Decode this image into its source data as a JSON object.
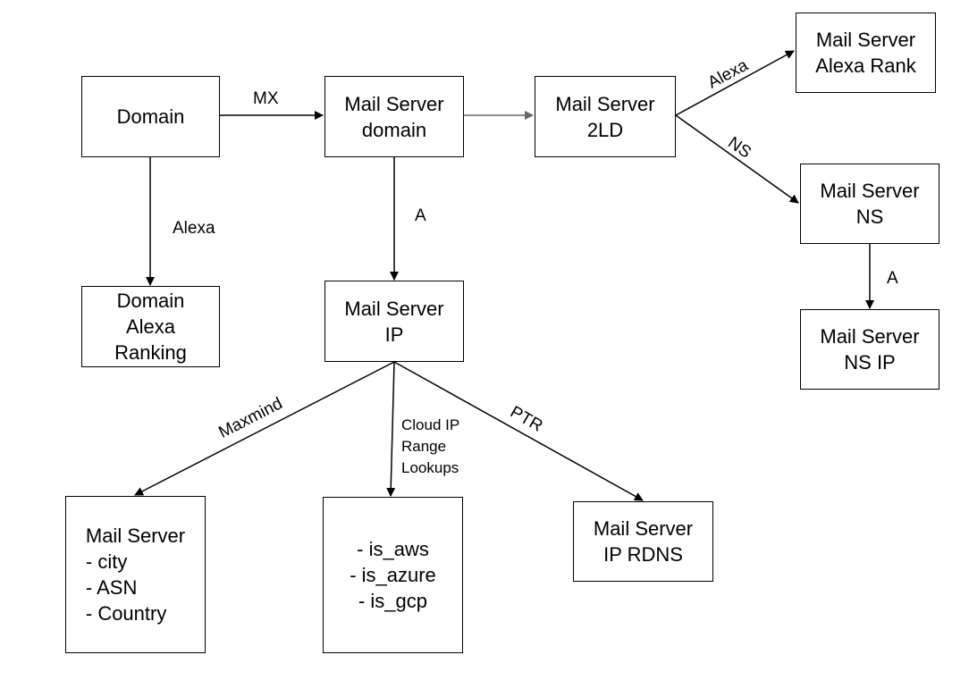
{
  "nodes": {
    "domain": "Domain",
    "domain_alexa_ranking": "Domain\nAlexa\nRanking",
    "mail_server_domain": "Mail Server\ndomain",
    "mail_server_ip": "Mail Server\nIP",
    "mail_server_2ld": "Mail Server\n2LD",
    "mail_server_alexa_rank": "Mail Server\nAlexa Rank",
    "mail_server_ns": "Mail Server\nNS",
    "mail_server_ns_ip": "Mail Server\nNS IP",
    "mail_server_geo": "Mail Server\n- city\n- ASN\n- Country",
    "cloud_flags": "- is_aws\n- is_azure\n- is_gcp",
    "mail_server_ip_rdns": "Mail Server\nIP RDNS"
  },
  "edges": {
    "mx": "MX",
    "alexa_domain": "Alexa",
    "a_ip": "A",
    "alexa_rank": "Alexa",
    "ns": "NS",
    "a_ns_ip": "A",
    "maxmind": "Maxmind",
    "cloud_line1": "Cloud IP",
    "cloud_line2": "Range",
    "cloud_line3": "Lookups",
    "ptr": "PTR"
  },
  "colors": {
    "stroke": "#000000",
    "secondary_arrow": "#666666",
    "background": "#ffffff"
  }
}
